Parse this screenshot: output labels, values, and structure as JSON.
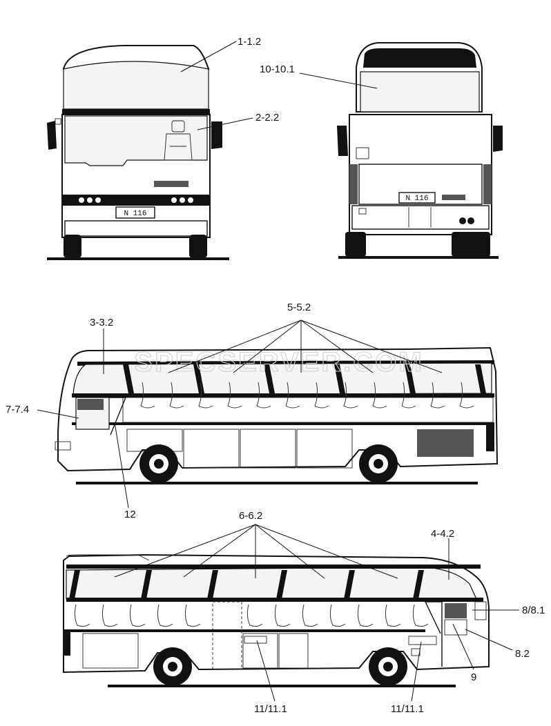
{
  "watermark": "SPECSERVER.COM",
  "plates": {
    "front": "N 116",
    "rear": "N 116"
  },
  "labels": {
    "front_windshield_upper": "1-1.2",
    "front_windshield_lower": "2-2.2",
    "rear_window": "10-10.1",
    "side_window_front_left": "3-3.2",
    "side_windows_left": "5-5.2",
    "driver_window": "7-7.4",
    "door_frame_left": "12",
    "side_windows_right": "6-6.2",
    "side_window_front_right": "4-4.2",
    "door_window_right": "8/8.1",
    "door_lower_right": "8.2",
    "door_trim_right": "9",
    "luggage_door_mid": "11/11.1",
    "luggage_door_front": "11/11.1"
  }
}
